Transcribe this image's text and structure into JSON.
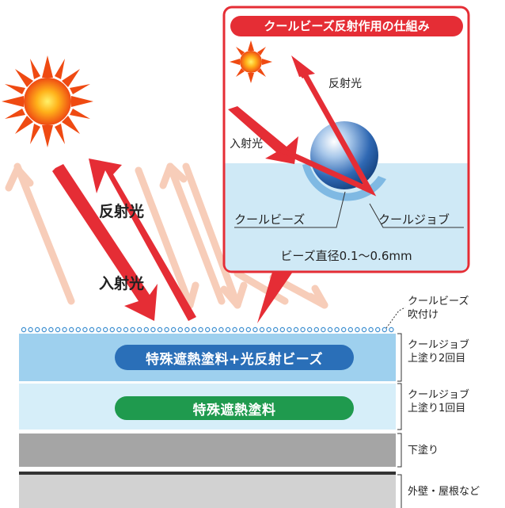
{
  "inset": {
    "title": "クールビーズ反射作用の仕組み",
    "reflected_label": "反射光",
    "incident_label": "入射光",
    "beads_label": "クールビーズ",
    "jobu_label": "クールジョブ",
    "diameter_label": "ビーズ直径0.1～0.6mm"
  },
  "main": {
    "reflected_label": "反射光",
    "incident_label": "入射光"
  },
  "layers": {
    "top_pill": "特殊遮熱塗料+光反射ビーズ",
    "second_pill": "特殊遮熱塗料"
  },
  "side_labels": {
    "beads_spray_1": "クールビーズ",
    "beads_spray_2": "吹付け",
    "top_coat2_1": "クールジョブ",
    "top_coat2_2": "上塗り2回目",
    "top_coat1_1": "クールジョブ",
    "top_coat1_2": "上塗り1回目",
    "undercoat": "下塗り",
    "wall": "外壁・屋根など"
  },
  "colors": {
    "accent_red": "#e52d35",
    "layer_blue": "#9ed0ee",
    "layer_light_blue": "#d6eef9",
    "layer_gray": "#a5a5a5",
    "layer_light_gray": "#d2d2d2",
    "pill_blue": "#2a6fb8",
    "pill_green": "#1f9a4e",
    "faint_arrow": "#f7c8b2"
  },
  "icons": [
    "sun-icon",
    "sphere-icon"
  ]
}
